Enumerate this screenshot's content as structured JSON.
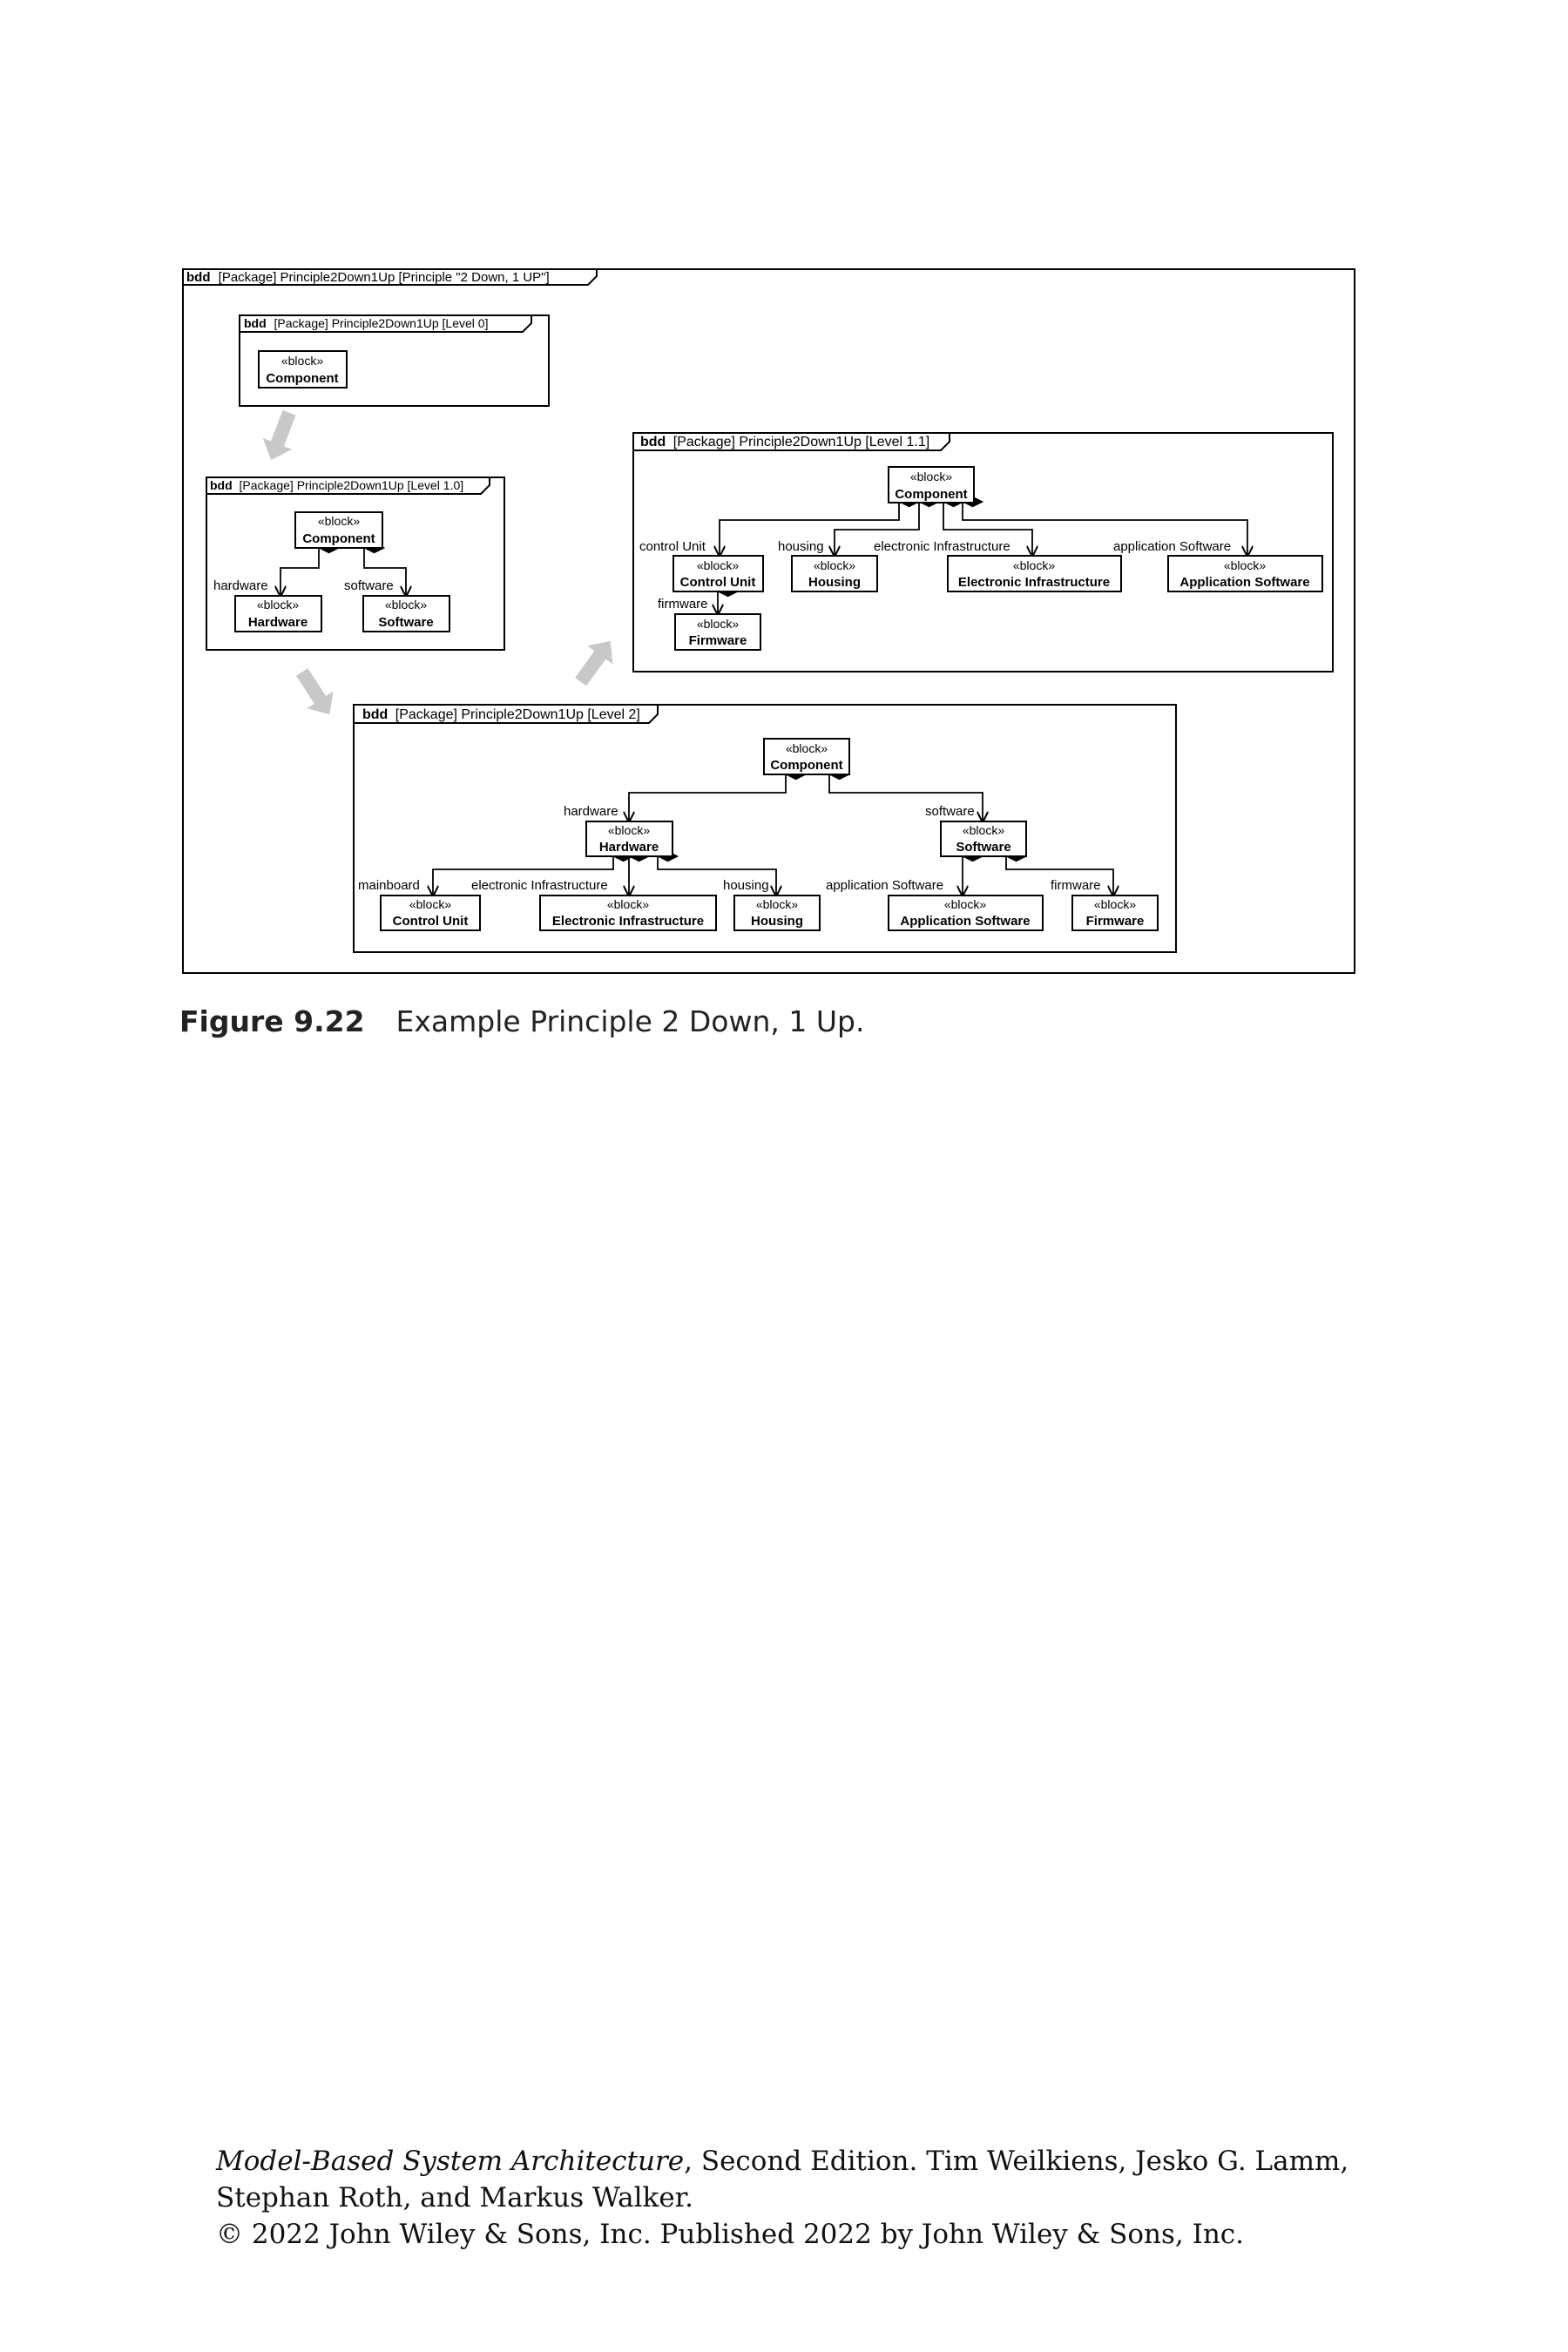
{
  "figure": {
    "number": "Figure 9.22",
    "title": "Example Principle 2 Down, 1 Up."
  },
  "credits": {
    "book_title": "Model-Based System Architecture",
    "line1_rest": ", Second Edition. Tim Weilkiens, Jesko G. Lamm,",
    "line2": "Stephan Roth, and Markus Walker.",
    "line3": "© 2022 John Wiley & Sons, Inc. Published 2022 by John Wiley & Sons, Inc."
  },
  "diagram": {
    "stereotype": "«block»",
    "outer_frame": {
      "kind": "bdd",
      "label": "[Package] Principle2Down1Up [Principle \"2 Down, 1 UP\"]"
    },
    "level0": {
      "kind": "bdd",
      "label": "[Package] Principle2Down1Up [Level 0]",
      "blocks": {
        "component": "Component"
      }
    },
    "level10": {
      "kind": "bdd",
      "label": "[Package] Principle2Down1Up [Level 1.0]",
      "blocks": {
        "component": "Component",
        "hardware": "Hardware",
        "software": "Software"
      },
      "roles": {
        "hardware": "hardware",
        "software": "software"
      }
    },
    "level11": {
      "kind": "bdd",
      "label": "[Package] Principle2Down1Up [Level 1.1]",
      "blocks": {
        "component": "Component",
        "control_unit": "Control Unit",
        "housing": "Housing",
        "electronic_infrastructure": "Electronic Infrastructure",
        "application_software": "Application Software",
        "firmware": "Firmware"
      },
      "roles": {
        "control_unit": "control Unit",
        "housing": "housing",
        "electronic_infrastructure": "electronic Infrastructure",
        "application_software": "application Software",
        "firmware": "firmware"
      }
    },
    "level2": {
      "kind": "bdd",
      "label": "[Package] Principle2Down1Up [Level 2]",
      "blocks": {
        "component": "Component",
        "hardware": "Hardware",
        "software": "Software",
        "control_unit": "Control Unit",
        "electronic_infrastructure": "Electronic Infrastructure",
        "housing": "Housing",
        "application_software": "Application Software",
        "firmware": "Firmware"
      },
      "roles": {
        "hardware": "hardware",
        "software": "software",
        "mainboard": "mainboard",
        "electronic_infrastructure": "electronic Infrastructure",
        "housing": "housing",
        "application_software": "application Software",
        "firmware": "firmware"
      }
    }
  }
}
